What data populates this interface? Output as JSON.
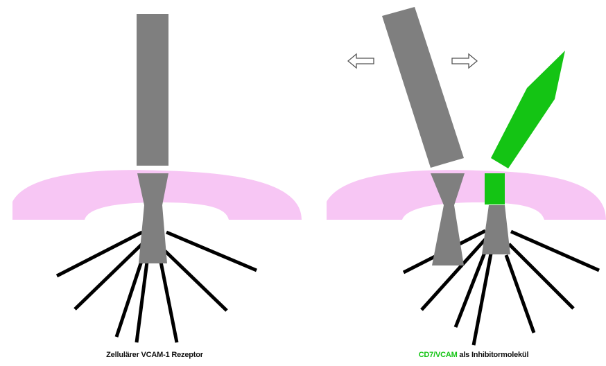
{
  "colors": {
    "receptor": "#7f7f7f",
    "membrane": "#f7c6f4",
    "inhibitor": "#14c414",
    "anchor_lines": "#000000",
    "arrow_outline": "#555555"
  },
  "captions": {
    "left": "Zellulärer VCAM-1 Rezeptor",
    "right_highlight": "CD7/VCAM",
    "right_rest": " als Inhibitormolekül"
  },
  "icons": {
    "left_arrow": "hollow-left-arrow",
    "right_arrow": "hollow-right-arrow"
  }
}
